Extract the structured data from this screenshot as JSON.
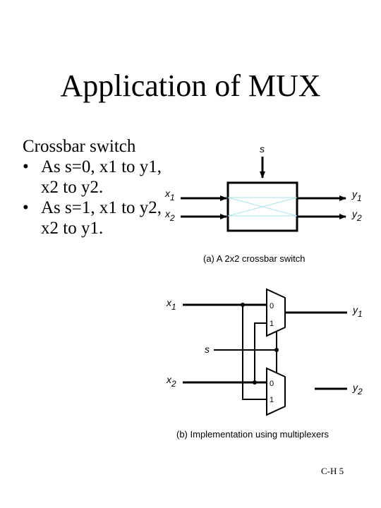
{
  "slide": {
    "title": "Application of MUX",
    "heading": "Crossbar switch",
    "bullets": [
      {
        "marker": "•",
        "text": "As s=0, x1 to y1, x2 to y2."
      },
      {
        "marker": "•",
        "text": "As s=1, x1 to y2, x2 to y1."
      }
    ],
    "footer": "C-H 5"
  },
  "diagram_a": {
    "control": "s",
    "in1": "x",
    "in1_sub": "1",
    "in2": "x",
    "in2_sub": "2",
    "out1": "y",
    "out1_sub": "1",
    "out2": "y",
    "out2_sub": "2",
    "caption": "(a) A 2x2 crossbar switch"
  },
  "diagram_b": {
    "in1": "x",
    "in1_sub": "1",
    "in2": "x",
    "in2_sub": "2",
    "out1": "y",
    "out1_sub": "1",
    "out2": "y",
    "out2_sub": "2",
    "select": "s",
    "mux_top_in0": "0",
    "mux_top_in1": "1",
    "mux_bot_in0": "0",
    "mux_bot_in1": "1",
    "caption": "(b) Implementation using multiplexers"
  },
  "colors": {
    "crossbar_lines": "#a8e4ee"
  }
}
